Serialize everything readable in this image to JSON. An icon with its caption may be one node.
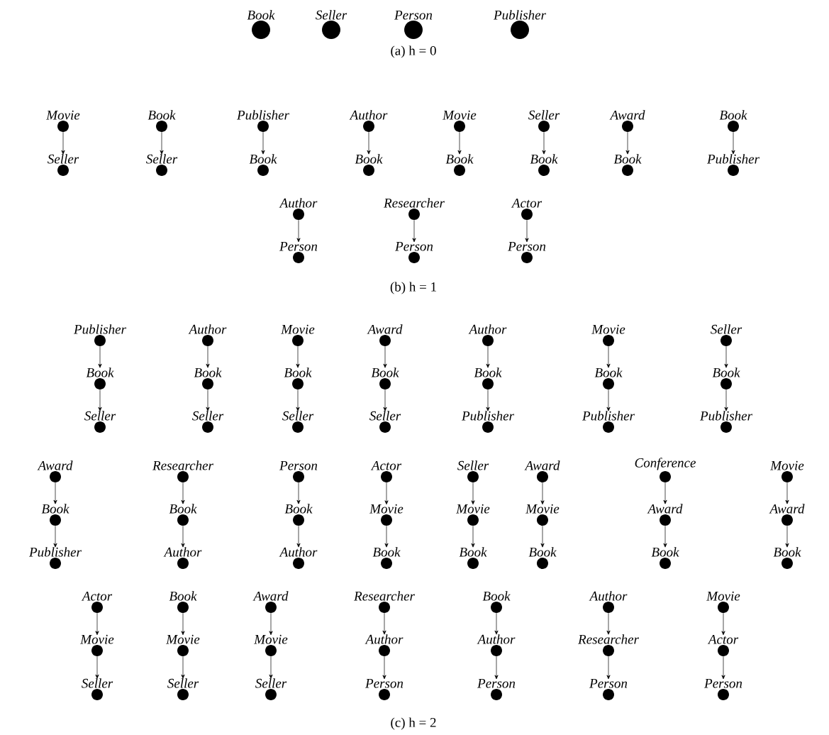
{
  "diagram": {
    "nodes": [
      {
        "text": [
          "Book"
        ]
      },
      {
        "text": [
          "Seller"
        ]
      },
      {
        "text": [
          "Person"
        ]
      },
      {
        "text": [
          "Publisher"
        ]
      },
      {
        "text": [
          "Movie"
        ]
      },
      {
        "text": [
          "Seller"
        ]
      },
      {
        "text": [
          "Book"
        ]
      },
      {
        "text": [
          "Seller"
        ]
      },
      {
        "text": [
          "Publisher"
        ]
      },
      {
        "text": [
          "Book"
        ]
      },
      {
        "text": [
          "Author"
        ]
      },
      {
        "text": [
          "Book"
        ]
      },
      {
        "text": [
          "Movie"
        ]
      },
      {
        "text": [
          "Book"
        ]
      },
      {
        "text": [
          "Seller"
        ]
      },
      {
        "text": [
          "Book"
        ]
      },
      {
        "text": [
          "Award"
        ]
      },
      {
        "text": [
          "Book"
        ]
      },
      {
        "text": [
          "Book"
        ]
      },
      {
        "text": [
          "Publisher"
        ]
      },
      {
        "text": [
          "Author"
        ]
      },
      {
        "text": [
          "Person"
        ]
      },
      {
        "text": [
          "Researcher"
        ]
      },
      {
        "text": [
          "Person"
        ]
      },
      {
        "text": [
          "Actor"
        ]
      },
      {
        "text": [
          "Person"
        ]
      },
      {
        "text": [
          "Publisher"
        ]
      },
      {
        "text": [
          "Book"
        ]
      },
      {
        "text": [
          "Seller"
        ]
      },
      {
        "text": [
          "Author"
        ]
      },
      {
        "text": [
          "Book"
        ]
      },
      {
        "text": [
          "Seller"
        ]
      },
      {
        "text": [
          "Movie"
        ]
      },
      {
        "text": [
          "Book"
        ]
      },
      {
        "text": [
          "Seller"
        ]
      },
      {
        "text": [
          "Award"
        ]
      },
      {
        "text": [
          "Book"
        ]
      },
      {
        "text": [
          "Seller"
        ]
      },
      {
        "text": [
          "Author"
        ]
      },
      {
        "text": [
          "Book"
        ]
      },
      {
        "text": [
          "Publisher"
        ]
      },
      {
        "text": [
          "Movie"
        ]
      },
      {
        "text": [
          "Book"
        ]
      },
      {
        "text": [
          "Publisher"
        ]
      },
      {
        "text": [
          "Seller"
        ]
      },
      {
        "text": [
          "Book"
        ]
      },
      {
        "text": [
          "Publisher"
        ]
      },
      {
        "text": [
          "Award"
        ]
      },
      {
        "text": [
          "Book"
        ]
      },
      {
        "text": [
          "Publisher"
        ]
      },
      {
        "text": [
          "Researcher"
        ]
      },
      {
        "text": [
          "Book"
        ]
      },
      {
        "text": [
          "Author"
        ]
      },
      {
        "text": [
          "Person"
        ]
      },
      {
        "text": [
          "Book"
        ]
      },
      {
        "text": [
          "Author"
        ]
      },
      {
        "text": [
          "Actor"
        ]
      },
      {
        "text": [
          "Movie"
        ]
      },
      {
        "text": [
          "Book"
        ]
      },
      {
        "text": [
          "Seller"
        ]
      },
      {
        "text": [
          "Movie"
        ]
      },
      {
        "text": [
          "Book"
        ]
      },
      {
        "text": [
          "Award"
        ]
      },
      {
        "text": [
          "Movie"
        ]
      },
      {
        "text": [
          "Book"
        ]
      },
      {
        "text": [
          "Conference"
        ]
      },
      {
        "text": [
          "Award"
        ]
      },
      {
        "text": [
          "Book"
        ]
      },
      {
        "text": [
          "Movie"
        ]
      },
      {
        "text": [
          "Award"
        ]
      },
      {
        "text": [
          "Book"
        ]
      },
      {
        "text": [
          "Actor"
        ]
      },
      {
        "text": [
          "Movie"
        ]
      },
      {
        "text": [
          "Seller"
        ]
      },
      {
        "text": [
          "Book"
        ]
      },
      {
        "text": [
          "Movie"
        ]
      },
      {
        "text": [
          "Seller"
        ]
      },
      {
        "text": [
          "Award"
        ]
      },
      {
        "text": [
          "Movie"
        ]
      },
      {
        "text": [
          "Seller"
        ]
      },
      {
        "text": [
          "Researcher"
        ]
      },
      {
        "text": [
          "Author"
        ]
      },
      {
        "text": [
          "Person"
        ]
      },
      {
        "text": [
          "Book"
        ]
      },
      {
        "text": [
          "Author"
        ]
      },
      {
        "text": [
          "Person"
        ]
      },
      {
        "text": [
          "Author"
        ]
      },
      {
        "text": [
          "Researcher"
        ]
      },
      {
        "text": [
          "Person"
        ]
      },
      {
        "text": [
          "Movie"
        ]
      },
      {
        "text": [
          "Actor"
        ]
      },
      {
        "text": [
          "Person"
        ]
      }
    ],
    "edges": [
      {
        "from": 4,
        "to": 5,
        "arrow": "to"
      },
      {
        "from": 6,
        "to": 7,
        "arrow": "to"
      },
      {
        "from": 8,
        "to": 9,
        "arrow": "to"
      },
      {
        "from": 10,
        "to": 11,
        "arrow": "to"
      },
      {
        "from": 12,
        "to": 13,
        "arrow": "to"
      },
      {
        "from": 14,
        "to": 15,
        "arrow": "to"
      },
      {
        "from": 16,
        "to": 17,
        "arrow": "to"
      },
      {
        "from": 18,
        "to": 19,
        "arrow": "to"
      },
      {
        "from": 20,
        "to": 21,
        "arrow": "to"
      },
      {
        "from": 22,
        "to": 23,
        "arrow": "to"
      },
      {
        "from": 24,
        "to": 25,
        "arrow": "to"
      },
      {
        "from": 26,
        "to": 27,
        "arrow": "to"
      },
      {
        "from": 27,
        "to": 28,
        "arrow": "to"
      },
      {
        "from": 29,
        "to": 30,
        "arrow": "to"
      },
      {
        "from": 30,
        "to": 31,
        "arrow": "to"
      },
      {
        "from": 32,
        "to": 33,
        "arrow": "to"
      },
      {
        "from": 33,
        "to": 34,
        "arrow": "to"
      },
      {
        "from": 35,
        "to": 36,
        "arrow": "to"
      },
      {
        "from": 36,
        "to": 37,
        "arrow": "to"
      },
      {
        "from": 38,
        "to": 39,
        "arrow": "to"
      },
      {
        "from": 39,
        "to": 40,
        "arrow": "to"
      },
      {
        "from": 41,
        "to": 42,
        "arrow": "to"
      },
      {
        "from": 42,
        "to": 43,
        "arrow": "to"
      },
      {
        "from": 44,
        "to": 45,
        "arrow": "to"
      },
      {
        "from": 45,
        "to": 46,
        "arrow": "to"
      },
      {
        "from": 47,
        "to": 48,
        "arrow": "to"
      },
      {
        "from": 48,
        "to": 49,
        "arrow": "to"
      },
      {
        "from": 50,
        "to": 51,
        "arrow": "to"
      },
      {
        "from": 51,
        "to": 52,
        "arrow": "to"
      },
      {
        "from": 53,
        "to": 54,
        "arrow": "to"
      },
      {
        "from": 54,
        "to": 55,
        "arrow": "to"
      },
      {
        "from": 56,
        "to": 57,
        "arrow": "to"
      },
      {
        "from": 57,
        "to": 58,
        "arrow": "to"
      },
      {
        "from": 59,
        "to": 60,
        "arrow": "to"
      },
      {
        "from": 60,
        "to": 61,
        "arrow": "to"
      },
      {
        "from": 62,
        "to": 63,
        "arrow": "to"
      },
      {
        "from": 63,
        "to": 64,
        "arrow": "to"
      },
      {
        "from": 65,
        "to": 66,
        "arrow": "to"
      },
      {
        "from": 66,
        "to": 67,
        "arrow": "to"
      },
      {
        "from": 68,
        "to": 69,
        "arrow": "to"
      },
      {
        "from": 69,
        "to": 70,
        "arrow": "to"
      },
      {
        "from": 71,
        "to": 72,
        "arrow": "to"
      },
      {
        "from": 72,
        "to": 73,
        "arrow": "to"
      },
      {
        "from": 74,
        "to": 75,
        "arrow": "to"
      },
      {
        "from": 75,
        "to": 76,
        "arrow": "to"
      },
      {
        "from": 77,
        "to": 78,
        "arrow": "to"
      },
      {
        "from": 78,
        "to": 79,
        "arrow": "to"
      },
      {
        "from": 80,
        "to": 81,
        "arrow": "to"
      },
      {
        "from": 81,
        "to": 82,
        "arrow": "to"
      },
      {
        "from": 83,
        "to": 84,
        "arrow": "to"
      },
      {
        "from": 84,
        "to": 85,
        "arrow": "to"
      },
      {
        "from": 86,
        "to": 87,
        "arrow": "to"
      },
      {
        "from": 87,
        "to": 88,
        "arrow": "to"
      },
      {
        "from": 89,
        "to": 90,
        "arrow": "to"
      },
      {
        "from": 90,
        "to": 91,
        "arrow": "to"
      }
    ],
    "labels": [
      "(a) h = 0",
      "(b) h = 1",
      "(c) h = 2"
    ]
  }
}
